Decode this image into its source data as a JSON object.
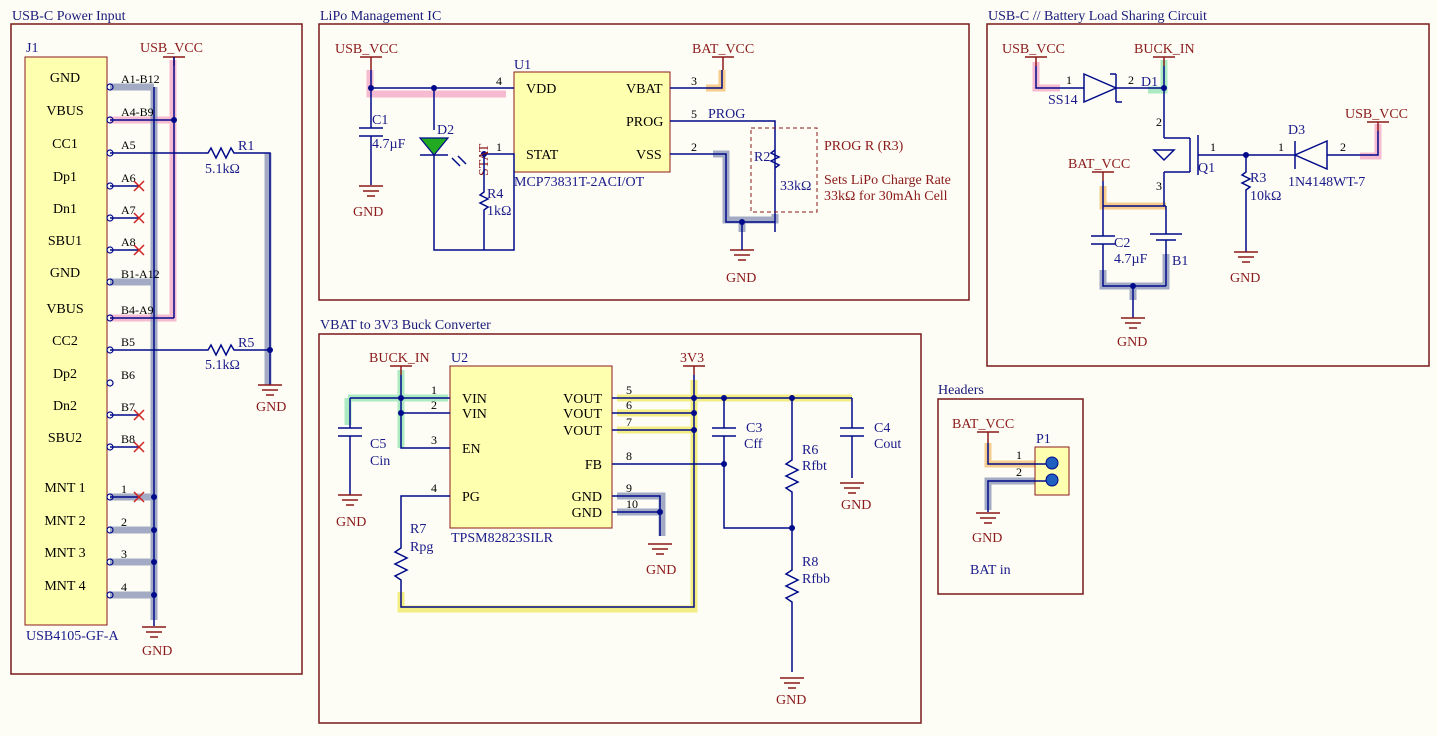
{
  "sections": {
    "power_input": "USB-C Power Input",
    "lipo": "LiPo Management IC",
    "load_sharing": "USB-C // Battery Load Sharing Circuit",
    "buck": "VBAT to 3V3 Buck Converter",
    "headers": "Headers"
  },
  "j1": {
    "ref": "J1",
    "part": "USB4105-GF-A",
    "pins": [
      {
        "name": "GND",
        "num": "A1-B12"
      },
      {
        "name": "VBUS",
        "num": "A4-B9"
      },
      {
        "name": "CC1",
        "num": "A5"
      },
      {
        "name": "Dp1",
        "num": "A6"
      },
      {
        "name": "Dn1",
        "num": "A7"
      },
      {
        "name": "SBU1",
        "num": "A8"
      },
      {
        "name": "GND",
        "num": "B1-A12"
      },
      {
        "name": "VBUS",
        "num": "B4-A9"
      },
      {
        "name": "CC2",
        "num": "B5"
      },
      {
        "name": "Dp2",
        "num": "B6"
      },
      {
        "name": "Dn2",
        "num": "B7"
      },
      {
        "name": "SBU2",
        "num": "B8"
      },
      {
        "name": "MNT 1",
        "num": "1"
      },
      {
        "name": "MNT 2",
        "num": "2"
      },
      {
        "name": "MNT 3",
        "num": "3"
      },
      {
        "name": "MNT 4",
        "num": "4"
      }
    ]
  },
  "nets": {
    "usb_vcc": "USB_VCC",
    "bat_vcc": "BAT_VCC",
    "buck_in": "BUCK_IN",
    "v3v3": "3V3",
    "gnd": "GND",
    "prog": "PROG"
  },
  "power_input": {
    "r1_ref": "R1",
    "r1_val": "5.1kΩ",
    "r5_ref": "R5",
    "r5_val": "5.1kΩ"
  },
  "lipo": {
    "u1_ref": "U1",
    "u1_part": "MCP73831T-2ACI/OT",
    "pins": {
      "vdd": "VDD",
      "vbat": "VBAT",
      "prog": "PROG",
      "stat": "STAT",
      "vss": "VSS"
    },
    "pin_nums": {
      "vdd": "4",
      "vbat": "3",
      "prog": "5",
      "stat": "1",
      "vss": "2"
    },
    "c1_ref": "C1",
    "c1_val": "4.7µF",
    "d2_ref": "D2",
    "d2_stat": "STAT",
    "r4_ref": "R4",
    "r4_val": "1kΩ",
    "r2_ref": "R2",
    "r2_val": "33kΩ",
    "prog_title": "PROG R (R3)",
    "prog_note1": "Sets LiPo Charge Rate",
    "prog_note2": "33kΩ for 30mAh Cell"
  },
  "load_sharing": {
    "d1_ref": "D1",
    "d1_part": "SS14",
    "q1_ref": "Q1",
    "d3_ref": "D3",
    "d3_part": "1N4148WT-7",
    "r3_ref": "R3",
    "r3_val": "10kΩ",
    "c2_ref": "C2",
    "c2_val": "4.7µF",
    "b1_ref": "B1"
  },
  "buck": {
    "u2_ref": "U2",
    "u2_part": "TPSM82823SILR",
    "left_pins": [
      {
        "name": "VIN",
        "num": "1"
      },
      {
        "name": "VIN",
        "num": "2"
      },
      {
        "name": "EN",
        "num": "3"
      },
      {
        "name": "PG",
        "num": "4"
      }
    ],
    "right_pins": [
      {
        "name": "VOUT",
        "num": "5"
      },
      {
        "name": "VOUT",
        "num": "6"
      },
      {
        "name": "VOUT",
        "num": "7"
      },
      {
        "name": "FB",
        "num": "8"
      },
      {
        "name": "GND",
        "num": "9"
      },
      {
        "name": "GND",
        "num": "10"
      }
    ],
    "c5_ref": "C5",
    "c5_val": "Cin",
    "r7_ref": "R7",
    "r7_val": "Rpg",
    "c3_ref": "C3",
    "c3_val": "Cff",
    "r6_ref": "R6",
    "r6_val": "Rfbt",
    "r8_ref": "R8",
    "r8_val": "Rfbb",
    "c4_ref": "C4",
    "c4_val": "Cout"
  },
  "headers": {
    "p1_ref": "P1",
    "pins": [
      "1",
      "2"
    ],
    "label": "BAT in"
  }
}
